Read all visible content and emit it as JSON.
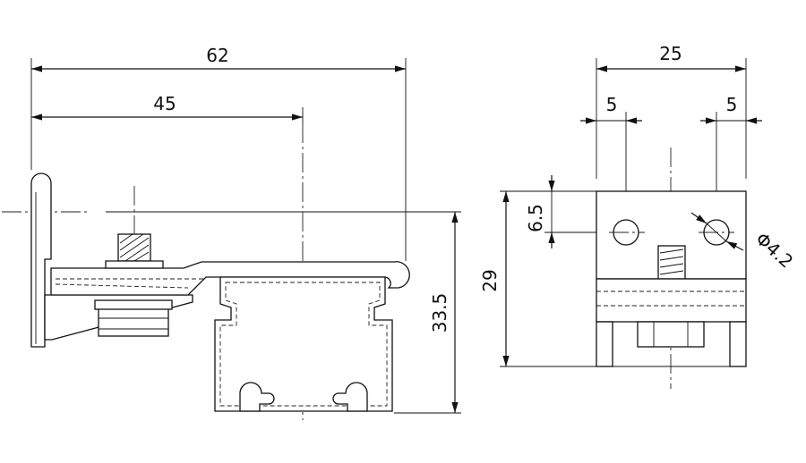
{
  "dimensions": {
    "side_total_width": "62",
    "side_center_distance": "45",
    "side_height": "33.5",
    "front_width": "25",
    "front_left_offset": "5",
    "front_right_offset": "5",
    "front_hole_offset": "6.5",
    "front_height": "29",
    "hole_diameter": "Φ4.2"
  }
}
